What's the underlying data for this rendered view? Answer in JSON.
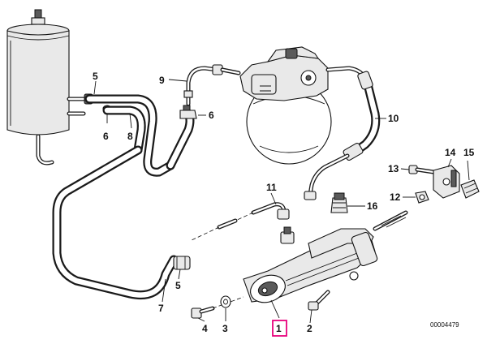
{
  "callouts": {
    "c1": "1",
    "c2": "2",
    "c3": "3",
    "c4": "4",
    "c5a": "5",
    "c5b": "5",
    "c6a": "6",
    "c6b": "6",
    "c7": "7",
    "c8": "8",
    "c9": "9",
    "c10": "10",
    "c11": "11",
    "c12": "12",
    "c13": "13",
    "c14": "14",
    "c15": "15",
    "c16": "16"
  },
  "highlight_color": "#e8007c",
  "diagram_id": "00004479"
}
